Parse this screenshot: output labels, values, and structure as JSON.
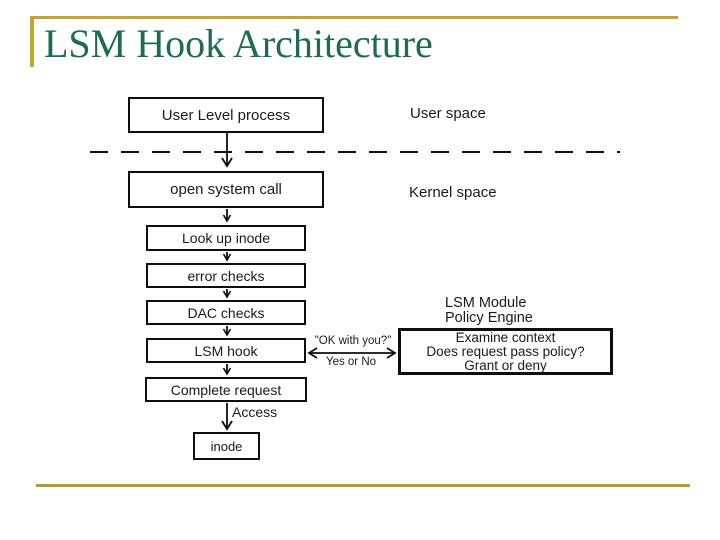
{
  "slide": {
    "title": "LSM Hook Architecture"
  },
  "colors": {
    "title_green": "#1E6B4E",
    "accent_gold_top": "#C3A42F",
    "accent_gold_bottom": "#B59A2D",
    "ink": "#0e0e0e"
  },
  "diagram": {
    "regions": {
      "user_space": "User space",
      "kernel_space": "Kernel space"
    },
    "flow_boxes": [
      {
        "label": "User Level process"
      },
      {
        "label": "open system call"
      },
      {
        "label": "Look up inode"
      },
      {
        "label": "error checks"
      },
      {
        "label": "DAC checks"
      },
      {
        "label": "LSM hook"
      },
      {
        "label": "Complete request"
      },
      {
        "label": "inode"
      }
    ],
    "module_label": {
      "line1": "LSM Module",
      "line2": "Policy Engine"
    },
    "policy_box": {
      "line1": "Examine context",
      "line2": "Does request pass policy?",
      "line3": "Grant or deny"
    },
    "hook_exchange": {
      "question": "\"OK with you?\"",
      "answer": "Yes or No"
    },
    "access_label": "Access"
  }
}
